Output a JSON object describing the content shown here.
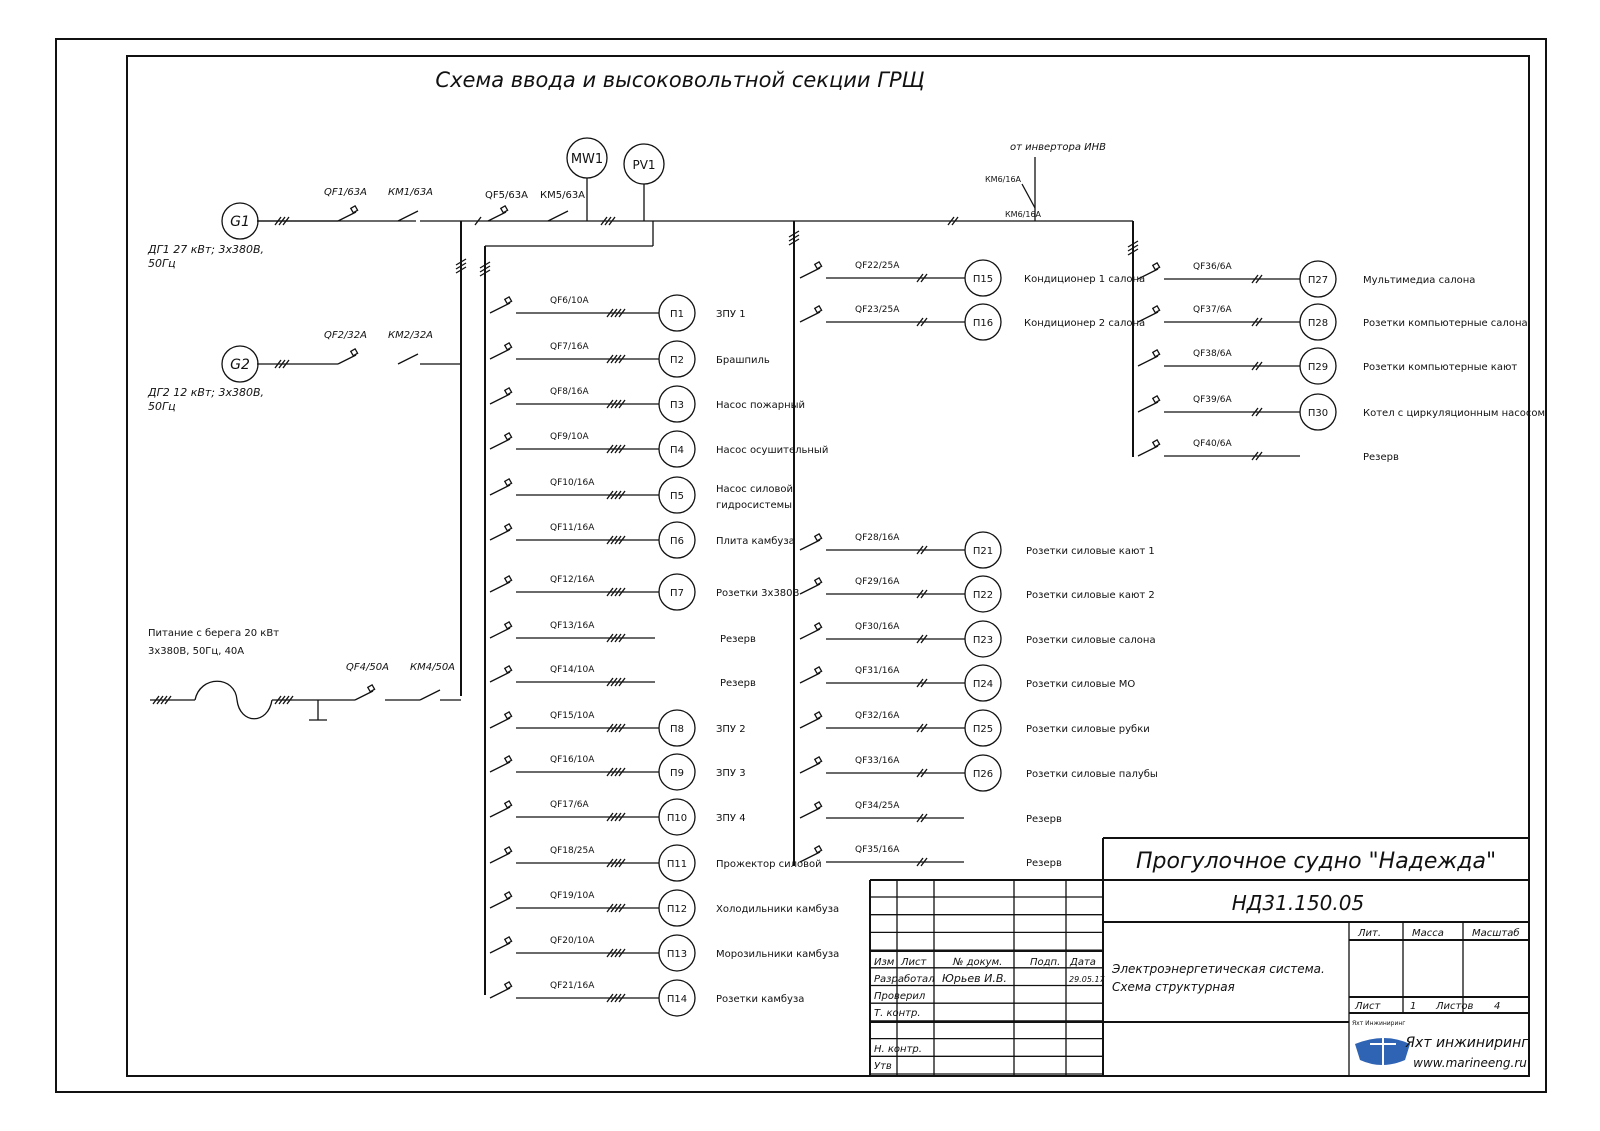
{
  "title": "Схема ввода и высоковольтной секции ГРЩ",
  "inverter_note": "от инвертора ИНВ",
  "meters": {
    "mw": "MW1",
    "pv": "PV1"
  },
  "generators": [
    {
      "symbol": "G1",
      "caption": [
        "ДГ1 27 кВт; 3х380В,",
        "50Гц"
      ],
      "qf": "QF1/63A",
      "km": "КМ1/63А"
    },
    {
      "symbol": "G2",
      "caption": [
        "ДГ2 12 кВт; 3х380В,",
        "50Гц"
      ],
      "qf": "QF2/32A",
      "km": "КМ2/32А"
    }
  ],
  "shore": {
    "caption": [
      "Питание с берега 20 кВт",
      "3х380В, 50Гц, 40А"
    ],
    "qf": "QF4/50A",
    "km": "КМ4/50А"
  },
  "bus_labels": {
    "qf5": "QF5/63A",
    "km5": "КМ5/63А",
    "km6_top": "КМ6/16А",
    "km6_bot": "КМ6/16А"
  },
  "feeders_col1": [
    {
      "qf": "QF6/10A",
      "load": "П1",
      "desc": [
        "ЗПУ 1"
      ]
    },
    {
      "qf": "QF7/16A",
      "load": "П2",
      "desc": [
        "Брашпиль"
      ]
    },
    {
      "qf": "QF8/16A",
      "load": "П3",
      "desc": [
        "Насос пожарный"
      ]
    },
    {
      "qf": "QF9/10A",
      "load": "П4",
      "desc": [
        "Насос осушительный"
      ]
    },
    {
      "qf": "QF10/16A",
      "load": "П5",
      "desc": [
        "Насос силовой",
        "гидросистемы"
      ]
    },
    {
      "qf": "QF11/16A",
      "load": "П6",
      "desc": [
        "Плита камбуза"
      ]
    },
    {
      "qf": "QF12/16A",
      "load": "П7",
      "desc": [
        "Розетки 3х380В"
      ]
    },
    {
      "qf": "QF13/16A",
      "load": "",
      "desc": [
        "Резерв"
      ]
    },
    {
      "qf": "QF14/10A",
      "load": "",
      "desc": [
        "Резерв"
      ]
    },
    {
      "qf": "QF15/10A",
      "load": "П8",
      "desc": [
        "ЗПУ 2"
      ]
    },
    {
      "qf": "QF16/10A",
      "load": "П9",
      "desc": [
        "ЗПУ 3"
      ]
    },
    {
      "qf": "QF17/6A",
      "load": "П10",
      "desc": [
        "ЗПУ 4"
      ]
    },
    {
      "qf": "QF18/25A",
      "load": "П11",
      "desc": [
        "Прожектор силовой"
      ]
    },
    {
      "qf": "QF19/10A",
      "load": "П12",
      "desc": [
        "Холодильники камбуза"
      ]
    },
    {
      "qf": "QF20/10A",
      "load": "П13",
      "desc": [
        "Морозильники камбуза"
      ]
    },
    {
      "qf": "QF21/16A",
      "load": "П14",
      "desc": [
        "Розетки камбуза"
      ]
    }
  ],
  "feeders_col2_top": [
    {
      "qf": "QF22/25A",
      "load": "П15",
      "desc": [
        "Кондиционер 1 салона"
      ]
    },
    {
      "qf": "QF23/25A",
      "load": "П16",
      "desc": [
        "Кондиционер 2 салона"
      ]
    }
  ],
  "feeders_col2": [
    {
      "qf": "QF28/16A",
      "load": "П21",
      "desc": [
        "Розетки силовые кают 1"
      ]
    },
    {
      "qf": "QF29/16A",
      "load": "П22",
      "desc": [
        "Розетки силовые кают 2"
      ]
    },
    {
      "qf": "QF30/16A",
      "load": "П23",
      "desc": [
        "Розетки силовые салона"
      ]
    },
    {
      "qf": "QF31/16A",
      "load": "П24",
      "desc": [
        "Розетки силовые МО"
      ]
    },
    {
      "qf": "QF32/16A",
      "load": "П25",
      "desc": [
        "Розетки силовые рубки"
      ]
    },
    {
      "qf": "QF33/16A",
      "load": "П26",
      "desc": [
        "Розетки силовые палубы"
      ]
    },
    {
      "qf": "QF34/25A",
      "load": "",
      "desc": [
        "Резерв"
      ]
    },
    {
      "qf": "QF35/16A",
      "load": "",
      "desc": [
        "Резерв"
      ]
    }
  ],
  "feeders_col3": [
    {
      "qf": "QF36/6A",
      "load": "П27",
      "desc": [
        "Мультимедиа салона"
      ]
    },
    {
      "qf": "QF37/6A",
      "load": "П28",
      "desc": [
        "Розетки компьютерные салона"
      ]
    },
    {
      "qf": "QF38/6A",
      "load": "П29",
      "desc": [
        "Розетки компьютерные кают"
      ]
    },
    {
      "qf": "QF39/6A",
      "load": "П30",
      "desc": [
        "Котел с циркуляционным насосом"
      ]
    },
    {
      "qf": "QF40/6A",
      "load": "",
      "desc": [
        "Резерв"
      ]
    }
  ],
  "title_block": {
    "vessel": "Прогулочное судно \"Надежда\"",
    "doc_code": "НД31.150.05",
    "doc_title": [
      "Электроэнергетическая система.",
      "Схема структурная"
    ],
    "headers": {
      "izm": "Изм",
      "list": "Лист",
      "doc_no": "№ докум.",
      "sign": "Подп.",
      "date": "Дата"
    },
    "rows": [
      "Разработал",
      "Проверил",
      "Т. контр.",
      "",
      "Н. контр.",
      "Утв"
    ],
    "developer": "Юрьев И.В.",
    "date": "29.05.17",
    "lit_label": "Лит.",
    "mass_label": "Масса",
    "scale_label": "Масштаб",
    "sheet_label": "Лист",
    "sheet_no": "1",
    "sheets_label": "Листов",
    "sheets_total": "4",
    "logo_caption": "Яхт Инжиниринг",
    "company": "Яхт инжиниринг",
    "website": "www.marineeng.ru"
  }
}
